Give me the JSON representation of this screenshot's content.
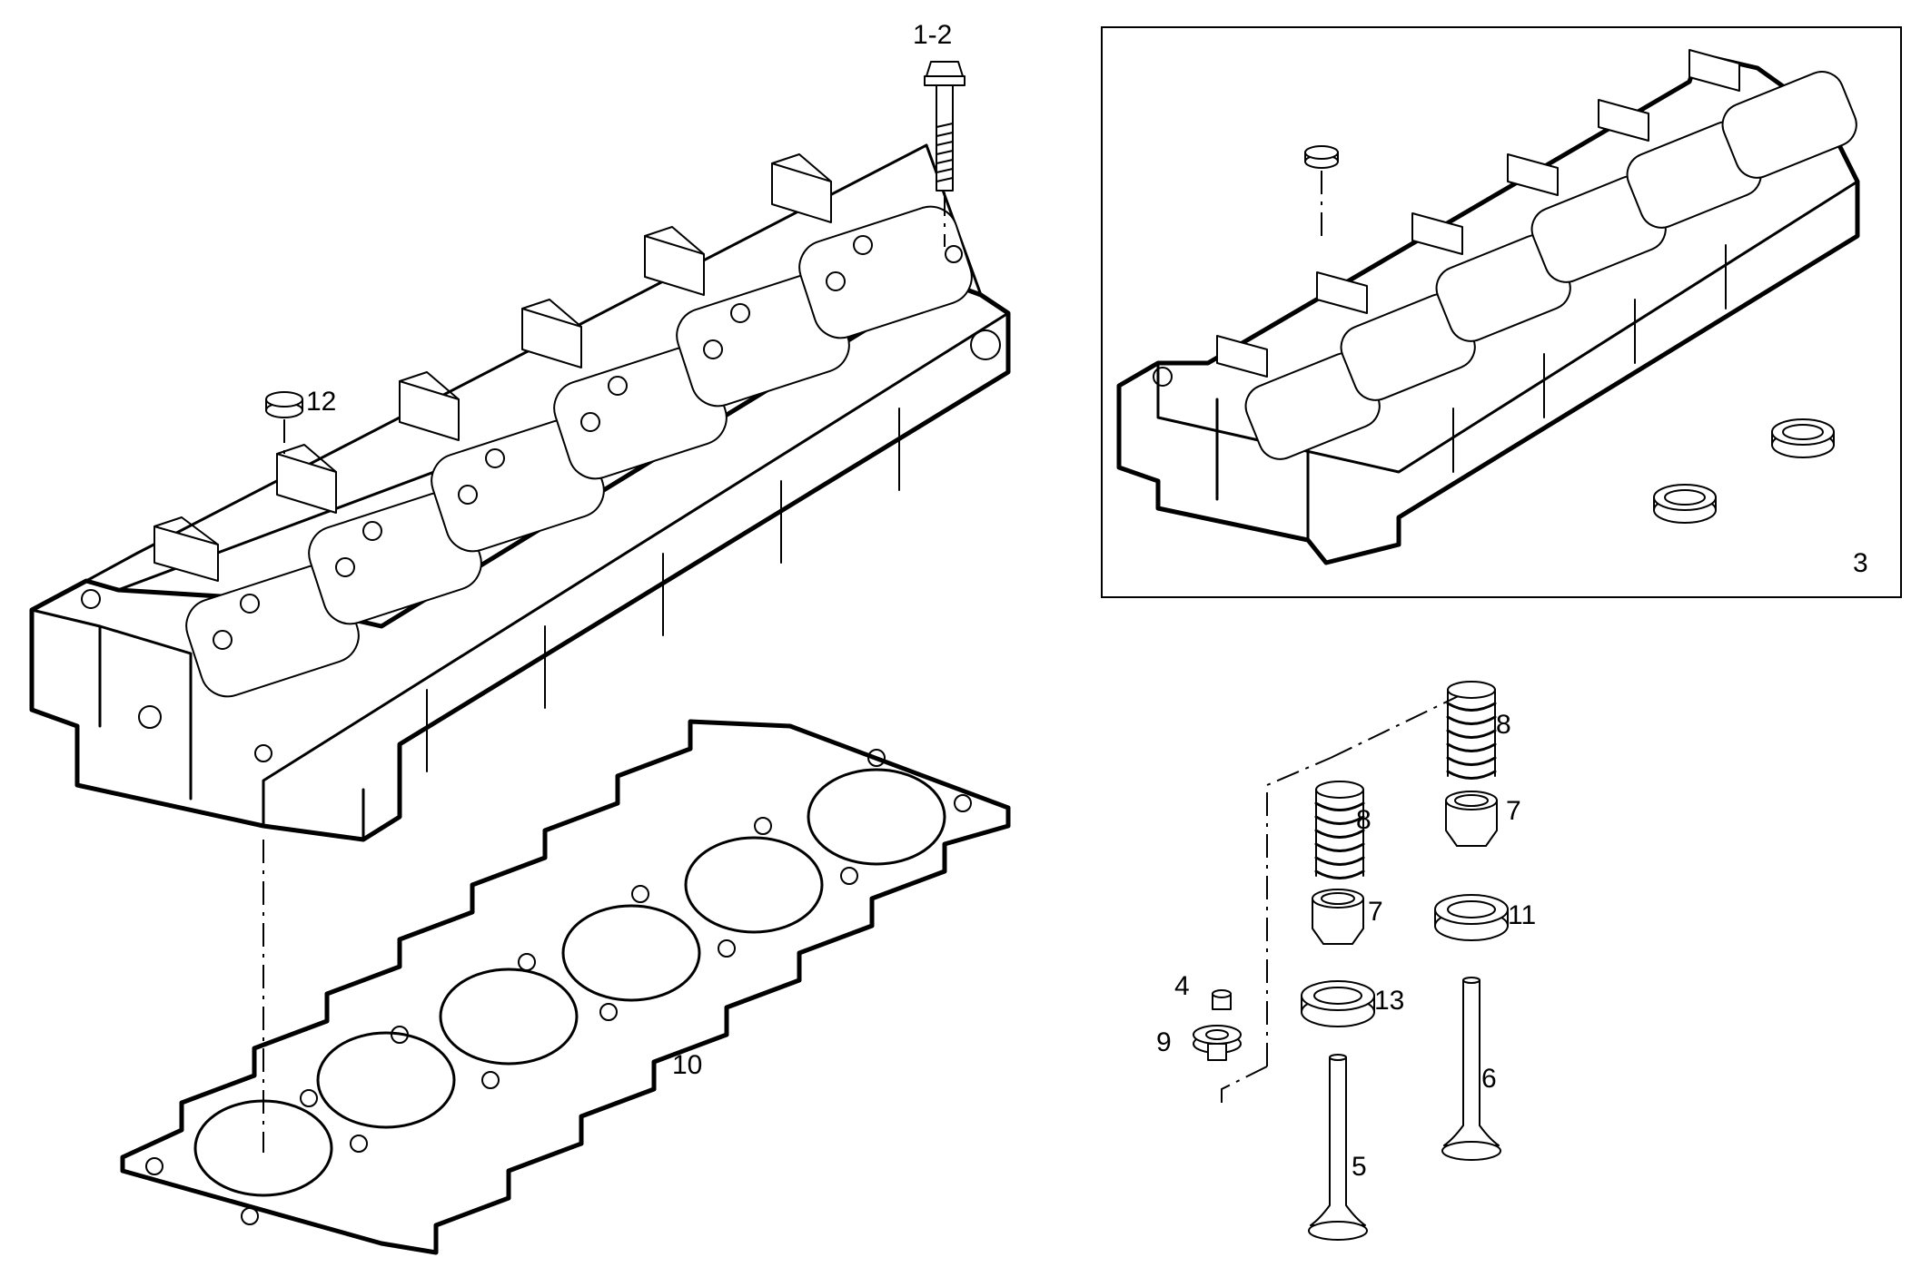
{
  "callouts": {
    "c1_2": "1-2",
    "c3": "3",
    "c4": "4",
    "c5": "5",
    "c6": "6",
    "c7a": "7",
    "c7b": "7",
    "c8a": "8",
    "c8b": "8",
    "c9": "9",
    "c10": "10",
    "c11": "11",
    "c12": "12",
    "c13": "13"
  },
  "parts": [
    "cylinder-head",
    "head-bolt",
    "cylinder-head-gasket",
    "plug",
    "valve-springs",
    "spring-caps",
    "valve-seats",
    "valves",
    "valve-guide"
  ]
}
